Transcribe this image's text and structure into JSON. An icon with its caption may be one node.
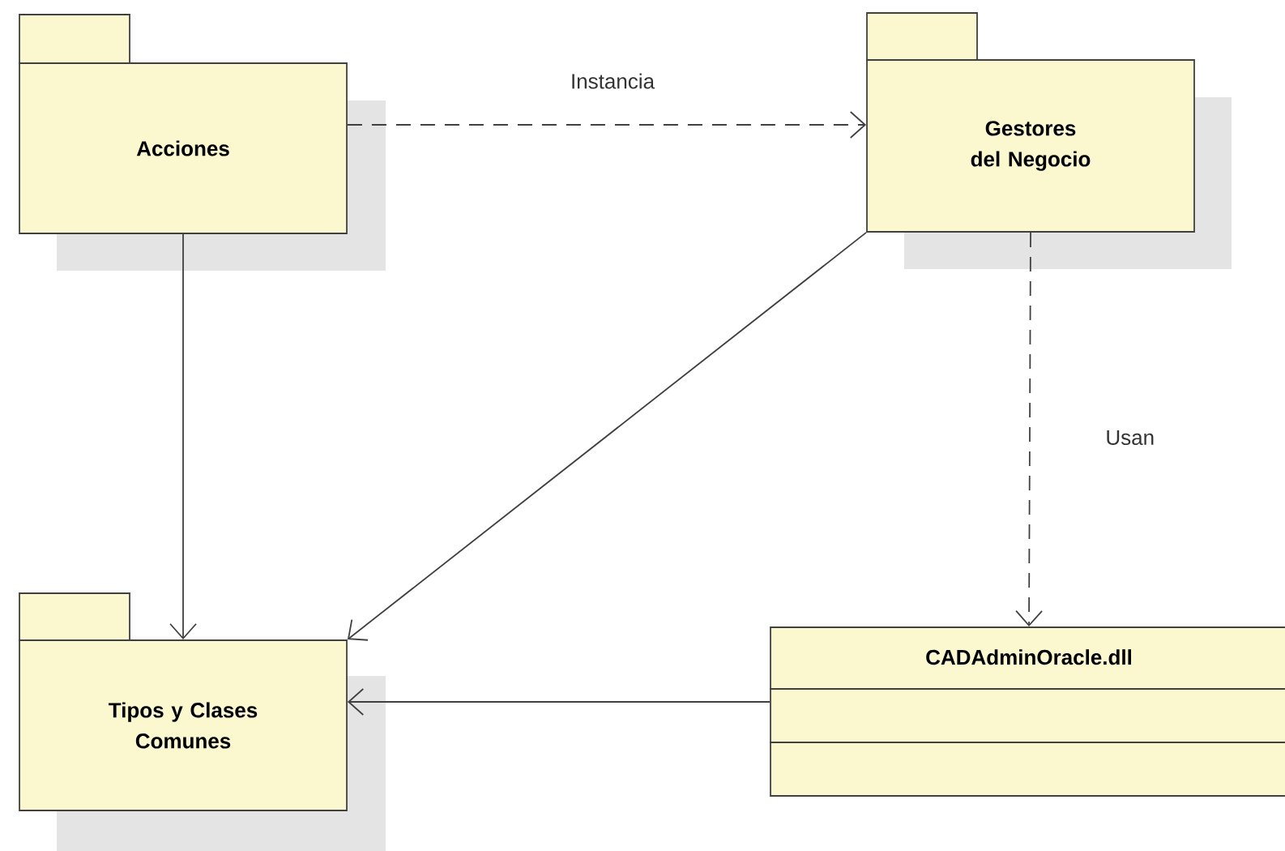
{
  "diagram": {
    "nodes": [
      {
        "text": [
          "Acciones"
        ]
      },
      {
        "text": [
          "Gestores del Negocio"
        ]
      },
      {
        "text": [
          "Tipos y Clases Comunes"
        ]
      },
      {
        "text": [
          "CADAdminOracle.dll"
        ]
      }
    ],
    "edges": [
      {
        "from": 0,
        "to": 1,
        "arrow": "to",
        "style": "dashed",
        "label": "Instancia"
      },
      {
        "from": 0,
        "to": 2,
        "arrow": "to"
      },
      {
        "from": 1,
        "to": 2,
        "arrow": "to"
      },
      {
        "from": 1,
        "to": 3,
        "arrow": "to",
        "style": "dashed",
        "label": "Usan"
      },
      {
        "from": 3,
        "to": 2,
        "arrow": "to"
      }
    ]
  }
}
